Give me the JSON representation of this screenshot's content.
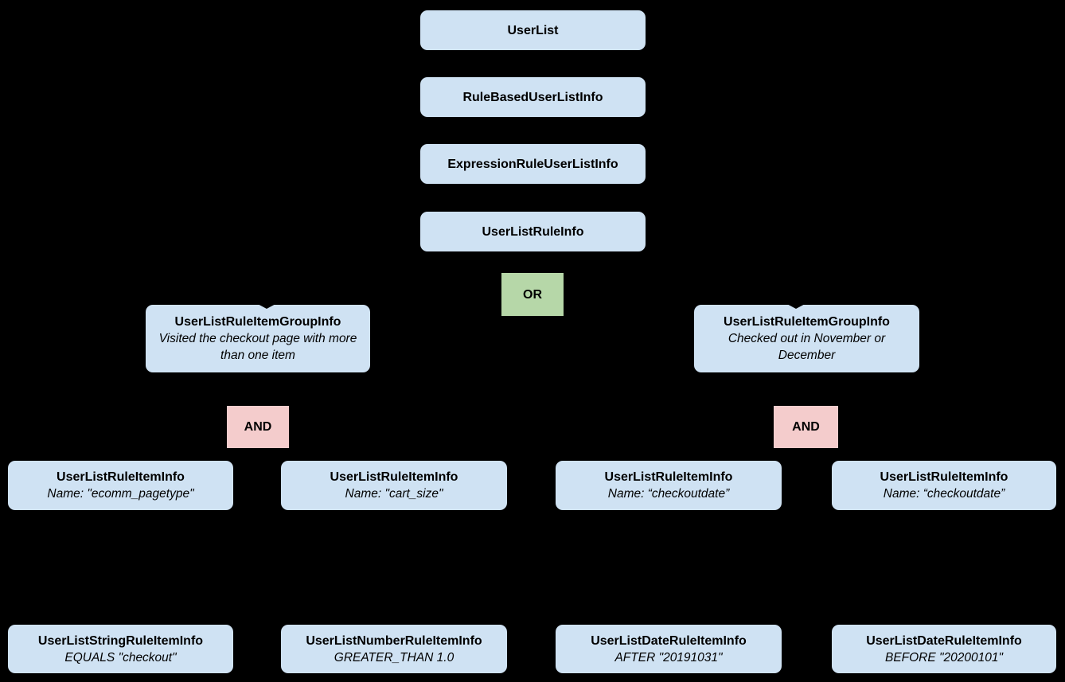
{
  "palette": {
    "background": "#000000",
    "node_fill": "#cfe2f3",
    "or_operator_fill": "#b6d7a8",
    "and_operator_fill": "#f4cccc",
    "text": "#000000"
  },
  "diagram": {
    "type": "tree-hierarchy",
    "nodes": [
      {
        "id": "userlist",
        "title": "UserList"
      },
      {
        "id": "rule-based-user-list-info",
        "title": "RuleBasedUserListInfo"
      },
      {
        "id": "expression-rule-user-list-info",
        "title": "ExpressionRuleUserListInfo"
      },
      {
        "id": "user-list-rule-info",
        "title": "UserListRuleInfo"
      },
      {
        "id": "or-operator",
        "title": "OR"
      },
      {
        "id": "rule-item-group-left",
        "title": "UserListRuleItemGroupInfo",
        "subtitle": "Visited the checkout page with more than one item"
      },
      {
        "id": "rule-item-group-right",
        "title": "UserListRuleItemGroupInfo",
        "subtitle": "Checked out in November or December"
      },
      {
        "id": "and-operator-left",
        "title": "AND"
      },
      {
        "id": "and-operator-right",
        "title": "AND"
      },
      {
        "id": "rule-item-ecomm-pagetype",
        "title": "UserListRuleItemInfo",
        "subtitle": "Name: \"ecomm_pagetype\""
      },
      {
        "id": "rule-item-cart-size",
        "title": "UserListRuleItemInfo",
        "subtitle": "Name: \"cart_size\""
      },
      {
        "id": "rule-item-checkoutdate-1",
        "title": "UserListRuleItemInfo",
        "subtitle": "Name: “checkoutdate”"
      },
      {
        "id": "rule-item-checkoutdate-2",
        "title": "UserListRuleItemInfo",
        "subtitle": "Name: “checkoutdate”"
      },
      {
        "id": "string-rule-item",
        "title": "UserListStringRuleItemInfo",
        "subtitle": "EQUALS \"checkout\""
      },
      {
        "id": "number-rule-item",
        "title": "UserListNumberRuleItemInfo",
        "subtitle": "GREATER_THAN 1.0"
      },
      {
        "id": "date-rule-item-after",
        "title": "UserListDateRuleItemInfo",
        "subtitle": "AFTER \"20191031\""
      },
      {
        "id": "date-rule-item-before",
        "title": "UserListDateRuleItemInfo",
        "subtitle": "BEFORE \"20200101\""
      }
    ]
  }
}
